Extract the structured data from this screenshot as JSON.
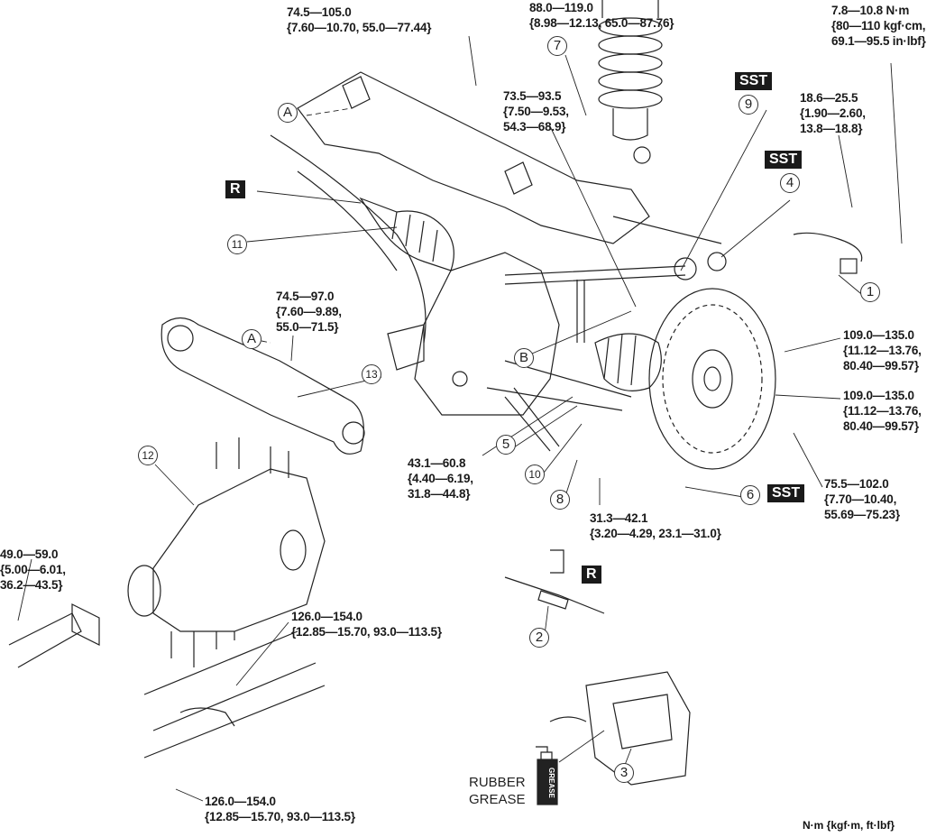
{
  "torques": {
    "t1": [
      "74.5—105.0",
      "{7.60—10.70, 55.0—77.44}"
    ],
    "t2": [
      "88.0—119.0",
      "{8.98—12.13, 65.0—87.76}"
    ],
    "t3": [
      "7.8—10.8 N·m",
      "{80—110 kgf·cm,",
      "69.1—95.5 in·lbf}"
    ],
    "t4": [
      "73.5—93.5",
      "{7.50—9.53,",
      "54.3—68.9}"
    ],
    "t5": [
      "18.6—25.5",
      "{1.90—2.60,",
      "13.8—18.8}"
    ],
    "t6": [
      "74.5—97.0",
      "{7.60—9.89,",
      "55.0—71.5}"
    ],
    "t7": [
      "109.0—135.0",
      "{11.12—13.76,",
      "80.40—99.57}"
    ],
    "t8": [
      "109.0—135.0",
      "{11.12—13.76,",
      "80.40—99.57}"
    ],
    "t9": [
      "75.5—102.0",
      "{7.70—10.40,",
      "55.69—75.23}"
    ],
    "t10": [
      "43.1—60.8",
      "{4.40—6.19,",
      "31.8—44.8}"
    ],
    "t11": [
      "31.3—42.1",
      "{3.20—4.29, 23.1—31.0}"
    ],
    "t12": [
      "49.0—59.0",
      "{5.00—6.01,",
      "36.2—43.5}"
    ],
    "t13": [
      "126.0—154.0",
      "{12.85—15.70, 93.0—113.5}"
    ],
    "t14": [
      "126.0—154.0",
      "{12.85—15.70, 93.0—113.5}"
    ]
  },
  "badges": {
    "sst": "SST",
    "replace": "R"
  },
  "callouts": [
    "1",
    "2",
    "3",
    "4",
    "5",
    "6",
    "7",
    "8",
    "9",
    "10",
    "11",
    "12",
    "13",
    "A",
    "A",
    "B"
  ],
  "grease": {
    "line1": "RUBBER",
    "line2": "GREASE",
    "can_label": "GREASE"
  },
  "units": "N·m {kgf·m,  ft·lbf}"
}
